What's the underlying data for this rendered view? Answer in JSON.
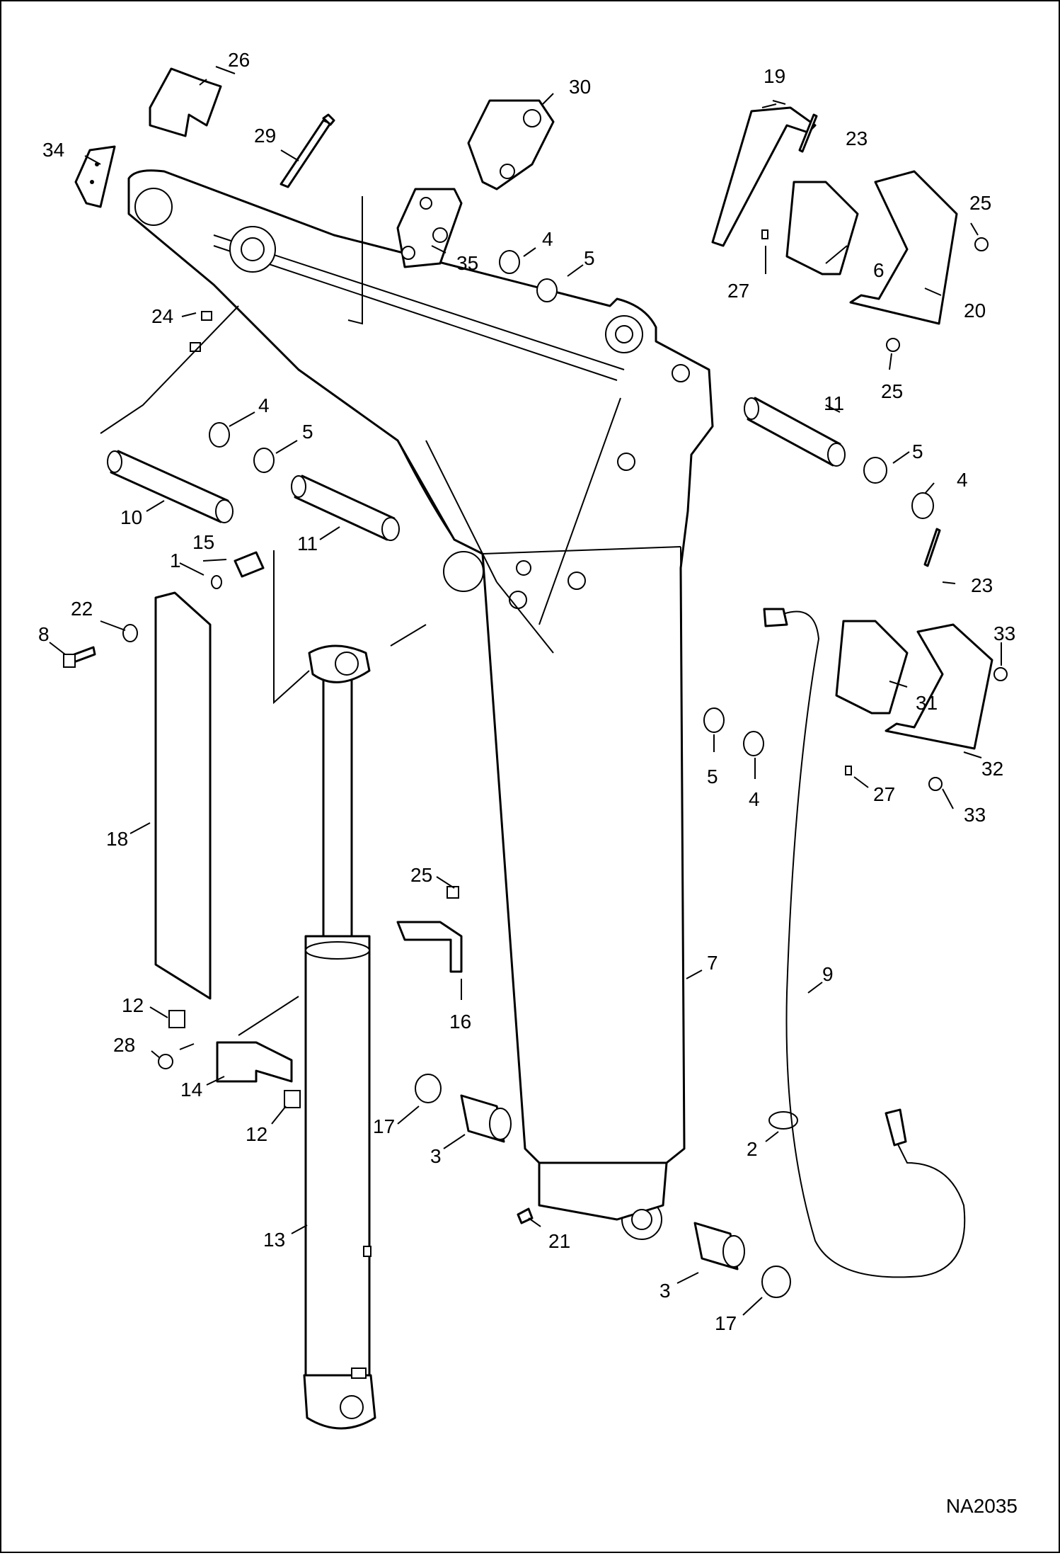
{
  "drawing_code": "NA2035",
  "callouts": {
    "c1": "1",
    "c2": "2",
    "c3a": "3",
    "c3b": "3",
    "c4a": "4",
    "c4b": "4",
    "c4c": "4",
    "c4d": "4",
    "c5a": "5",
    "c5b": "5",
    "c5c": "5",
    "c5d": "5",
    "c6": "6",
    "c7": "7",
    "c8": "8",
    "c9": "9",
    "c10": "10",
    "c11a": "11",
    "c11b": "11",
    "c12a": "12",
    "c12b": "12",
    "c13": "13",
    "c14": "14",
    "c15": "15",
    "c16": "16",
    "c17a": "17",
    "c17b": "17",
    "c18": "18",
    "c19": "19",
    "c20": "20",
    "c21": "21",
    "c22": "22",
    "c23a": "23",
    "c23b": "23",
    "c24": "24",
    "c25a": "25",
    "c25b": "25",
    "c25c": "25",
    "c26": "26",
    "c27a": "27",
    "c27b": "27",
    "c28": "28",
    "c29": "29",
    "c30": "30",
    "c31": "31",
    "c32": "32",
    "c33a": "33",
    "c33b": "33",
    "c34": "34",
    "c35": "35"
  }
}
